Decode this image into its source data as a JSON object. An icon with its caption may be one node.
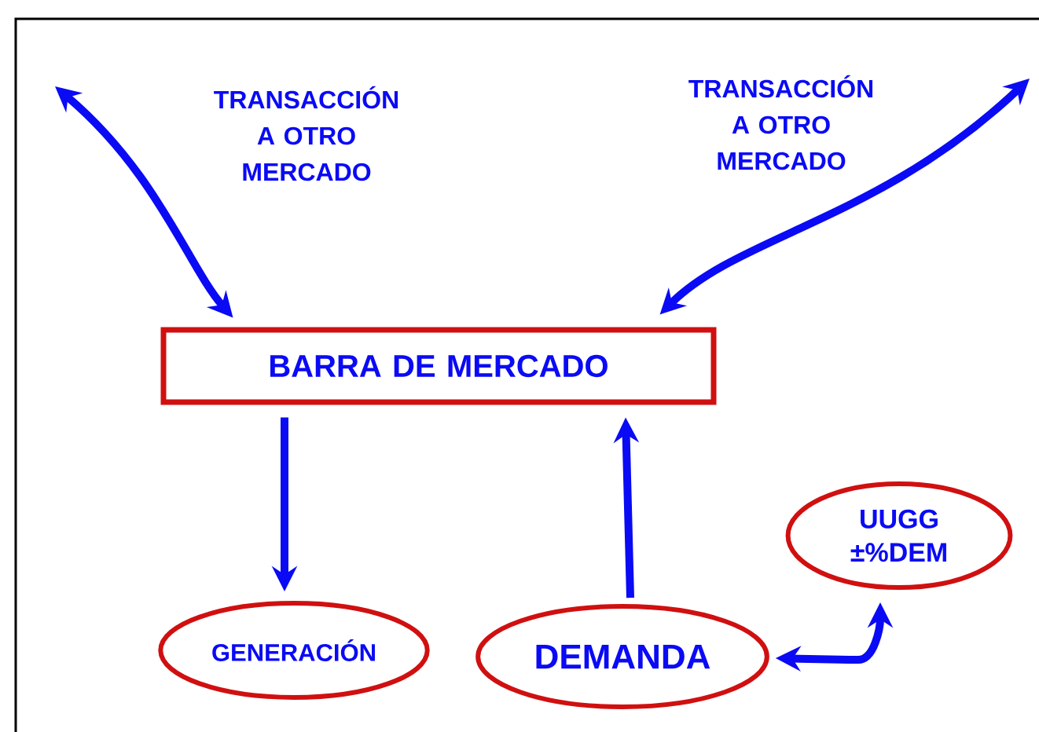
{
  "diagram": {
    "nodes": [
      {
        "text": [
          "BARRA DE MERCADO"
        ]
      },
      {
        "text": [
          "GENERACIÓN"
        ]
      },
      {
        "text": [
          "DEMANDA"
        ]
      },
      {
        "text": [
          "UUGG ±%DEM"
        ]
      }
    ],
    "edges": [
      {
        "from": null,
        "to": 0,
        "arrow": "both"
      },
      {
        "from": null,
        "to": 0,
        "arrow": "both"
      },
      {
        "from": 0,
        "to": 1,
        "arrow": "to"
      },
      {
        "from": 2,
        "to": 0,
        "arrow": "to"
      },
      {
        "from": 2,
        "to": 3,
        "arrow": "both"
      }
    ],
    "labels": [
      "TRANSACCIÓN A OTRO MERCADO",
      "TRANSACCIÓN A OTRO MERCADO"
    ]
  }
}
